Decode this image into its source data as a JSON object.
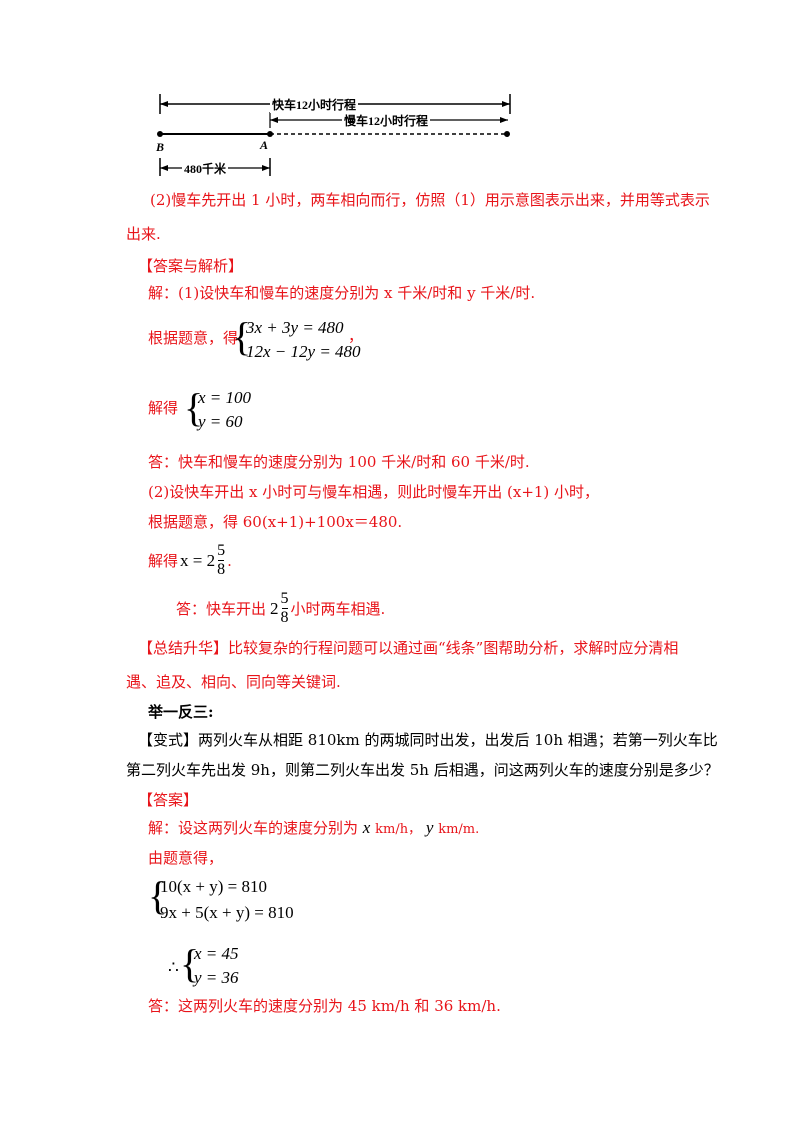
{
  "diagram": {
    "label_fast": "快车12小时行程",
    "label_slow": "慢车12小时行程",
    "point_b": "B",
    "point_a": "A",
    "distance": "480千米"
  },
  "part2_question": {
    "line1": "(2)慢车先开出 1 小时，两车相向而行，仿照（1）用示意图表示出来，并用等式表示",
    "line2": "出来."
  },
  "answer_heading": "【答案与解析】",
  "solution": {
    "l1": "解：(1)设快车和慢车的速度分别为 x 千米/时和 y 千米/时.",
    "l2_prefix": "根据题意，得",
    "eq1": "3x + 3y = 480",
    "eq2": "12x − 12y = 480",
    "l2_suffix": "，",
    "l3_prefix": "解得",
    "sol1": "x = 100",
    "sol2": "y = 60",
    "l4": "答：快车和慢车的速度分别为 100 千米/时和 60 千米/时.",
    "l5": "(2)设快车开出 x 小时可与慢车相遇，则此时慢车开出 (x+1) 小时，",
    "l6": "根据题意，得 60(x+1)+100x＝480.",
    "l7_prefix": "解得",
    "l7_var": "x = 2",
    "frac_num": "5",
    "frac_den": "8",
    "l7_suffix": ".",
    "l8_prefix": "答：快车开出",
    "l8_whole": "2",
    "l8_suffix": "小时两车相遇."
  },
  "summary": {
    "tag": "【总结升华】",
    "line1": "比较复杂的行程问题可以通过画“线条”图帮助分析，求解时应分清相",
    "line2": "遇、追及、相向、同向等关键词."
  },
  "practice": {
    "heading": "举一反三:",
    "tag": "【变式】",
    "line1": "两列火车从相距 810km 的两城同时出发，出发后 10h 相遇；若第一列火车比",
    "line2": "第二列火车先出发 9h，则第二列火车出发 5h 后相遇，问这两列火车的速度分别是多少？",
    "answer_tag": "【答案】",
    "a1_prefix": "解：设这两列火车的速度分别为",
    "a1_x": "x",
    "a1_mid": "km/h，",
    "a1_y": "y",
    "a1_suffix": "km/m.",
    "a2": "由题意得，",
    "eq1": "10(x + y) = 810",
    "eq2": "9x + 5(x + y) = 810",
    "therefore": "∴",
    "sol1": "x = 45",
    "sol2": "y = 36",
    "final": "答：这两列火车的速度分别为 45  km/h 和  36  km/h."
  }
}
